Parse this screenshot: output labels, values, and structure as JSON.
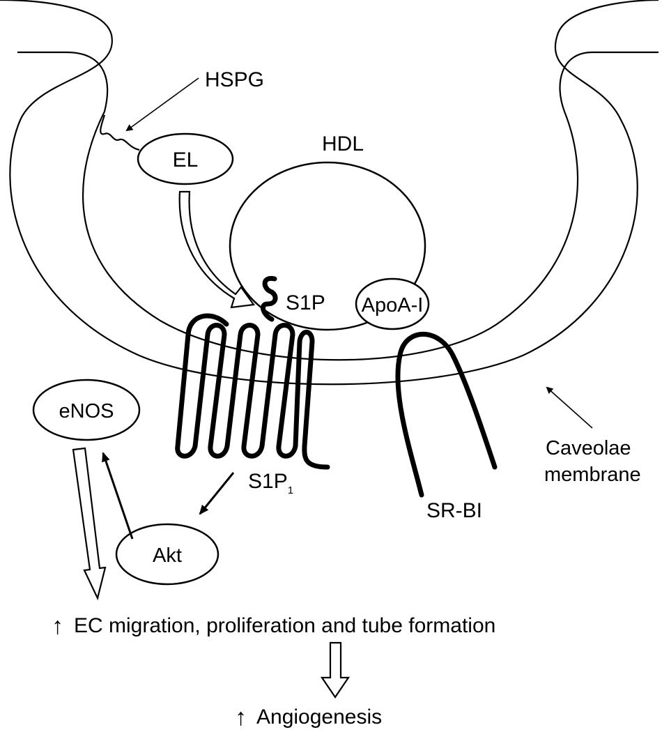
{
  "labels": {
    "hspg": "HSPG",
    "hdl": "HDL",
    "el": "EL",
    "s1p": "S1P",
    "apoa1": "ApoA-I",
    "enos": "eNOS",
    "akt": "Akt",
    "s1p1_main": "S1P",
    "s1p1_sub": "1",
    "srbi": "SR-BI",
    "caveolae_line1": "Caveolae",
    "caveolae_line2": "membrane",
    "outcome1": "EC migration, proliferation and tube formation",
    "outcome2": "Angiogenesis",
    "up_arrow": "↑"
  },
  "colors": {
    "stroke": "#000000",
    "fill": "#ffffff"
  }
}
